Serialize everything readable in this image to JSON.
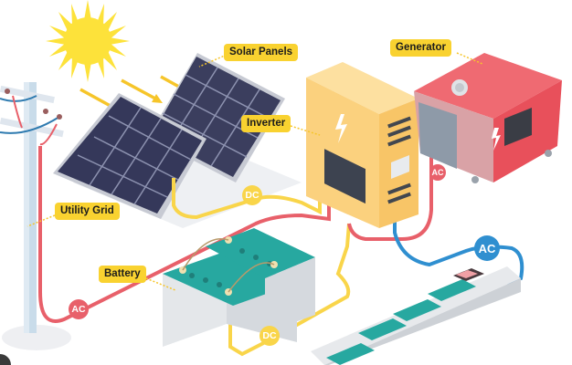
{
  "labels": {
    "solar_panels": "Solar Panels",
    "inverter": "Inverter",
    "generator": "Generator",
    "utility_grid": "Utility Grid",
    "battery": "Battery"
  },
  "badges": {
    "dc_top": "DC",
    "dc_bottom": "DC",
    "ac_grid": "AC",
    "ac_generator": "AC",
    "ac_output": "AC"
  },
  "colors": {
    "callout": "#f9d230",
    "dc_wire": "#f9d54a",
    "ac_wire": "#e8606a",
    "ac_output_wire": "#2f8fd0",
    "inverter": "#fbd17e",
    "generator": "#e8505b",
    "battery_top": "#27a8a0",
    "panel": "#3a3d5c",
    "sun": "#fde23a"
  }
}
